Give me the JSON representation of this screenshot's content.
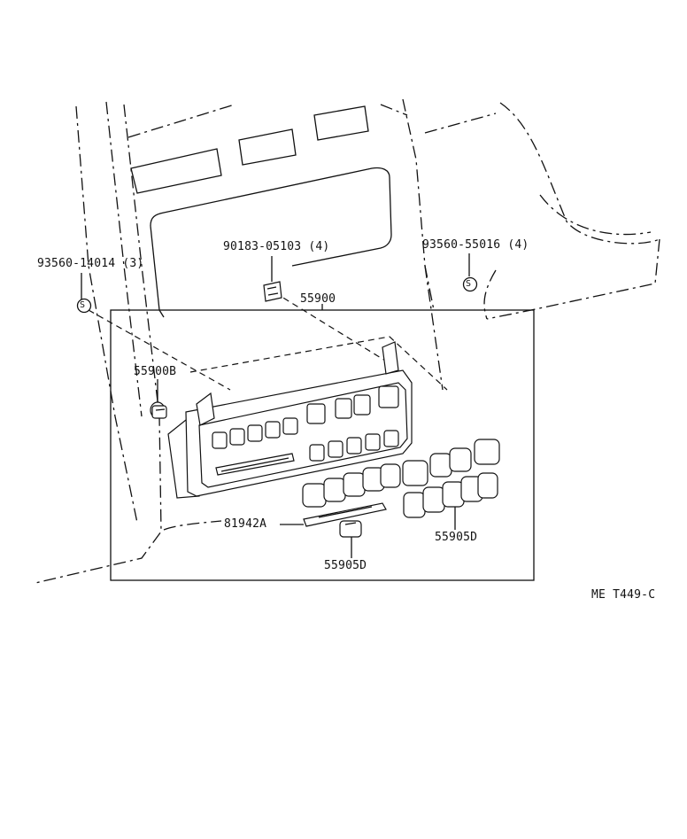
{
  "diagram_code": "ME T449-C",
  "callouts": [
    {
      "id": "screw-left",
      "part_number": "93560-14014",
      "qty": "(3)"
    },
    {
      "id": "clip-top",
      "part_number": "90183-05103",
      "qty": "(4)"
    },
    {
      "id": "screw-right",
      "part_number": "93560-55016",
      "qty": "(4)"
    },
    {
      "id": "assembly",
      "part_number": "55900"
    },
    {
      "id": "bulb",
      "part_number": "55900B"
    },
    {
      "id": "plate",
      "part_number": "81942A"
    },
    {
      "id": "knobs-right",
      "part_number": "55905D"
    },
    {
      "id": "knob-bottom",
      "part_number": "55905D"
    }
  ],
  "symbols": {
    "screw_marker": "S"
  }
}
